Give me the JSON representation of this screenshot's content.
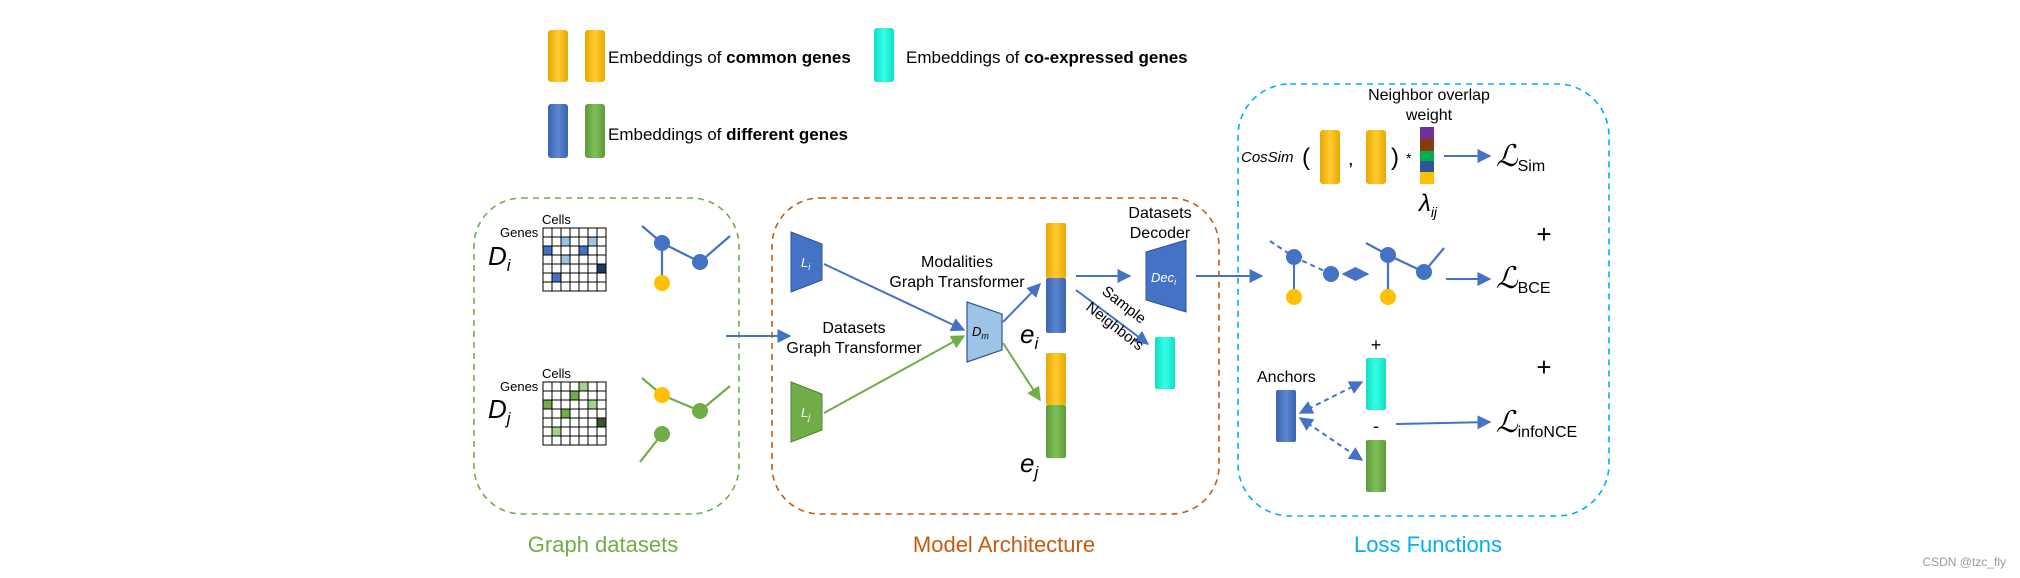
{
  "legend": {
    "common_prefix": "Embeddings of ",
    "common_bold": "common genes",
    "coexp_prefix": "Embeddings of ",
    "coexp_bold": "co-expressed genes",
    "diff_prefix": "Embeddings of ",
    "diff_bold": "different genes"
  },
  "panels": {
    "graph_datasets": "Graph datasets",
    "model_architecture": "Model Architecture",
    "loss_functions": "Loss Functions"
  },
  "graph_panel": {
    "di_symbol": "D",
    "di_sub": "i",
    "dj_symbol": "D",
    "dj_sub": "j",
    "cells_label": "Cells",
    "genes_label": "Genes"
  },
  "model_panel": {
    "li_symbol": "L",
    "li_sub": "i",
    "lj_symbol": "L",
    "lj_sub": "j",
    "dm_symbol": "D",
    "dm_sub": "m",
    "modalities_line1": "Modalities",
    "modalities_line2": "Graph Transformer",
    "datasets_line1": "Datasets",
    "datasets_line2": "Graph Transformer",
    "ei_symbol": "e",
    "ei_sub": "i",
    "ej_symbol": "e",
    "ej_sub": "j",
    "decoder_line1": "Datasets",
    "decoder_line2": "Decoder",
    "dec_symbol": "Dec",
    "dec_sub": "i",
    "sample_label": "Sample",
    "neighbors_label": "Neighbors"
  },
  "loss_panel": {
    "neighbor_overlap_line1": "Neighbor overlap",
    "neighbor_overlap_line2": "weight",
    "cossim": "CosSim",
    "paren_open": "(",
    "comma": ",",
    "paren_close": ")",
    "times": "*",
    "lambda_symbol": "λ",
    "lambda_sub": "ij",
    "loss_symbol": "ℒ",
    "loss_sim_sub": "Sim",
    "loss_bce_sub": "BCE",
    "loss_infonce_sub": "infoNCE",
    "plus": "+",
    "minus": "-",
    "anchors": "Anchors"
  },
  "watermark": "CSDN @tzc_fly",
  "colors": {
    "orange": "#FFC000",
    "cyan": "#1AF0D8",
    "blue": "#4472C4",
    "green": "#70AD47",
    "light_blue": "#9DC3E6",
    "green_text": "#70AD47",
    "orange_text": "#C55A11",
    "cyan_text": "#00B0F0"
  }
}
